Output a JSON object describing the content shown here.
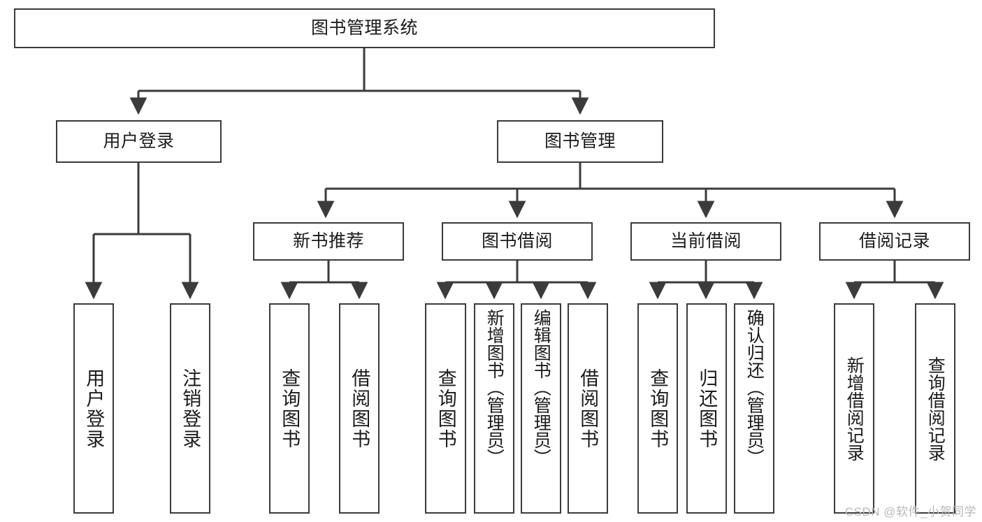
{
  "diagram": {
    "title": "图书管理系统",
    "watermark": "CSDN @软件_小贺同学",
    "line_color": "#3b3b3b",
    "background_color": "#ffffff",
    "text_color": "#1b1b1b",
    "watermark_color": "#b9b9b9"
  },
  "nodes": {
    "root": {
      "label": "图书管理系统"
    },
    "level2": [
      {
        "label": "用户登录"
      },
      {
        "label": "图书管理"
      }
    ],
    "level3": [
      {
        "label": "新书推荐"
      },
      {
        "label": "图书借阅"
      },
      {
        "label": "当前借阅"
      },
      {
        "label": "借阅记录"
      }
    ],
    "leaves": {
      "user_login": [
        {
          "label": "用户登录"
        },
        {
          "label": "注销登录"
        }
      ],
      "new_book_recommend": [
        {
          "label": "查询图书"
        },
        {
          "label": "借阅图书"
        }
      ],
      "book_borrow": [
        {
          "label": "查询图书"
        },
        {
          "label": "新增图书（管理员）"
        },
        {
          "label": "编辑图书（管理员）"
        },
        {
          "label": "借阅图书"
        }
      ],
      "current_borrow": [
        {
          "label": "查询图书"
        },
        {
          "label": "归还图书"
        },
        {
          "label": "确认归还（管理员）"
        }
      ],
      "borrow_record": [
        {
          "label": "新增借阅记录"
        },
        {
          "label": "查询借阅记录"
        }
      ]
    }
  }
}
